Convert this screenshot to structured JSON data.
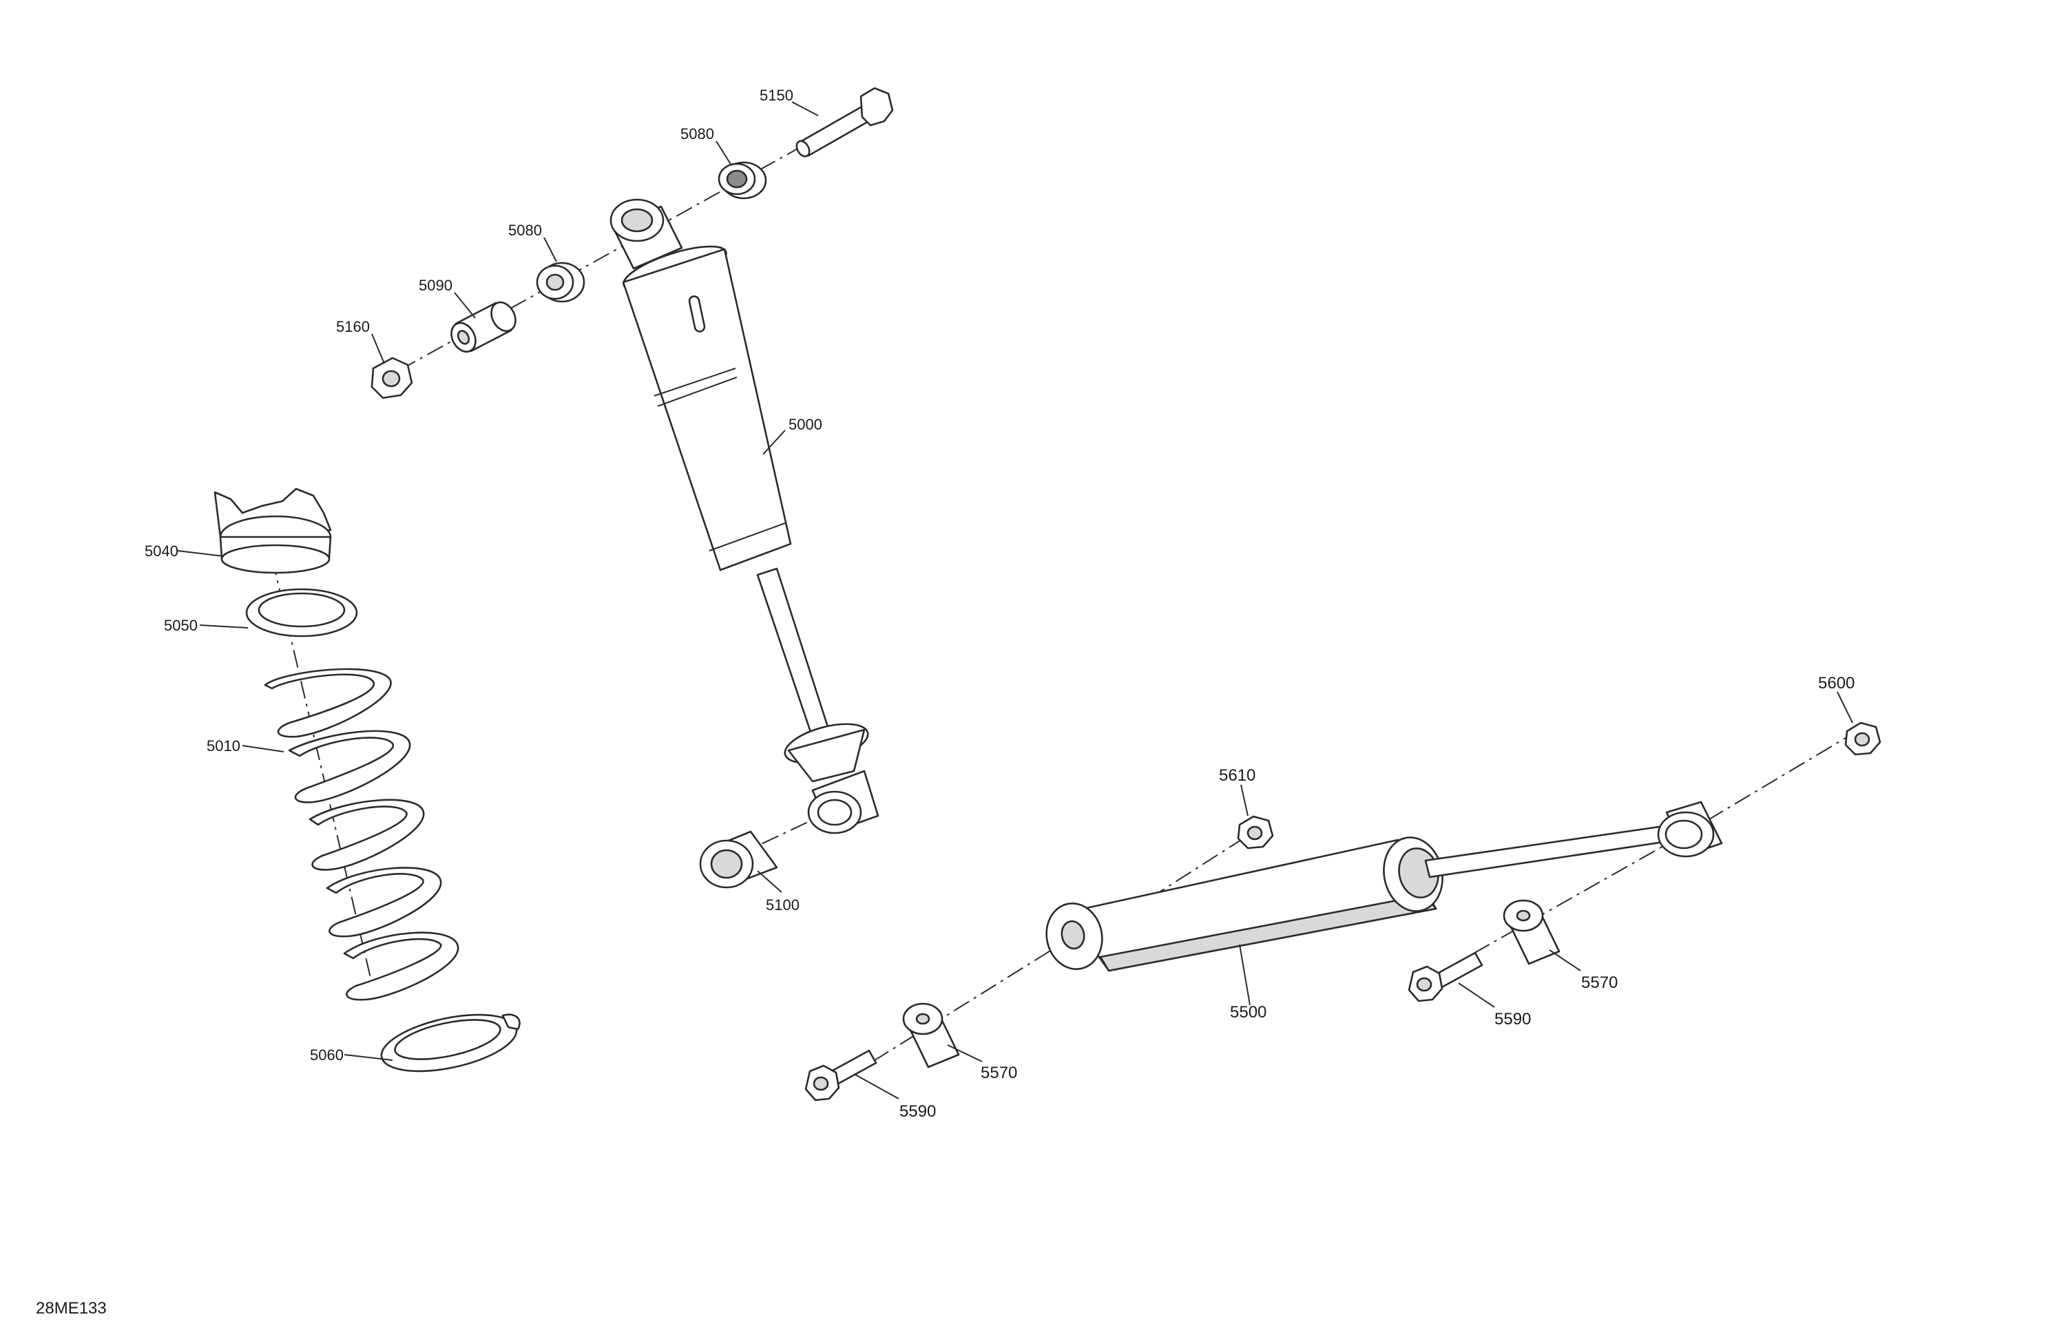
{
  "diagram_ref": "28ME133",
  "callouts": {
    "c5150": "5150",
    "c5080a": "5080",
    "c5080b": "5080",
    "c5090": "5090",
    "c5160": "5160",
    "c5000": "5000",
    "c5040": "5040",
    "c5050": "5050",
    "c5010": "5010",
    "c5060": "5060",
    "c5100": "5100",
    "c5600": "5600",
    "c5610": "5610",
    "c5500": "5500",
    "c5570a": "5570",
    "c5570b": "5570",
    "c5590a": "5590",
    "c5590b": "5590"
  }
}
